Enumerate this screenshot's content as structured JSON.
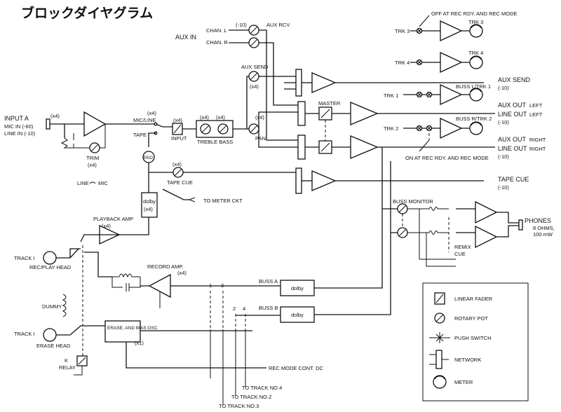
{
  "title": "ブロックダイヤグラム",
  "inputs": {
    "input_a": "INPUT A",
    "mic_in": "MIC IN (-60)",
    "line_in": "LINE IN (-10)",
    "gain_x4": "(x4)",
    "trim": "TRIM",
    "trim_gain": "(x4)",
    "line": "LINE",
    "mic": "MIC",
    "mic_line": "MIC/LINE",
    "tape": "TAPE",
    "input": "INPUT",
    "treble_bass": "TREBLE BASS",
    "pad": "PAD"
  },
  "aux": {
    "aux_in": "AUX IN",
    "chan_l": "CHAN. L",
    "chan_r": "CHAN. R",
    "level": "(-10)",
    "aux_rcv": "AUX RCV",
    "aux_send_label": "AUX SEND",
    "gain": "(x4)",
    "pan": "PAN"
  },
  "tape_section": {
    "tape_cue": "TAPE CUE",
    "to_meter": "TO METER CKT",
    "dolby": "dolby",
    "playback_amp": "PLAYBACK AMP",
    "track1": "TRACK I",
    "rec_play_head": "REC/PLAY HEAD",
    "record_amp": "RECORD AMP.",
    "dummy": "DUMMY",
    "erase_head": "ERASE HEAD",
    "relay_k": "K",
    "relay": "RELAY",
    "erase_bias_osc": "ERASE. AND BIAS OSC",
    "erase_gain": "(x1)",
    "rec_mode_cont": "REC MODE CONT. DC",
    "to_track4": "TO TRACK NO.4",
    "to_track2": "TO TRACK NO.2",
    "to_track3": "TO TRACK NO.3",
    "buss_a": "BUSS A",
    "buss_b": "BUSS B",
    "sw_numbers": [
      "1",
      "3",
      "2",
      "4"
    ]
  },
  "master": {
    "master": "MASTER",
    "trk3": "TRK 3",
    "trk4": "TRK 4",
    "trk1": "TRK 1",
    "trk2": "TRK 2",
    "off_note": "OFF AT REC RDY. AND REC MODE",
    "on_note": "ON AT REC RDY. AND REC MODE",
    "out_trk3": "TRK 3",
    "out_trk4": "TRK 4",
    "buss_l_trk1": "BUSS L/TRK 1",
    "buss_r_trk2": "BUSS R/TRK 2"
  },
  "outputs": {
    "aux_send": "AUX SEND",
    "aux_send_level": "(-10)",
    "line_out_left": "LINE OUT",
    "left": "LEFT",
    "line_out_left_level": "(-10)",
    "aux_out": "AUX OUT",
    "line_out_right": "LINE OUT",
    "right": "RIGHT",
    "aux_out_left": "LEFT",
    "aux_out_right": "RIGHT",
    "line_out_right_level": "(-10)",
    "tape_cue": "TAPE CUE",
    "tape_cue_level": "(-10)",
    "phones": "PHONES",
    "phones_spec1": "8 OHMS,",
    "phones_spec2": "100 mW",
    "buss_monitor": "BUSS MONITOR",
    "remix": "REMIX",
    "cue": "CUE"
  },
  "legend": {
    "linear_fader": "LINEAR FADER",
    "rotary_pot": "ROTARY POT",
    "push_switch": "PUSH SWITCH",
    "network": "NETWORK",
    "meter": "METER"
  }
}
